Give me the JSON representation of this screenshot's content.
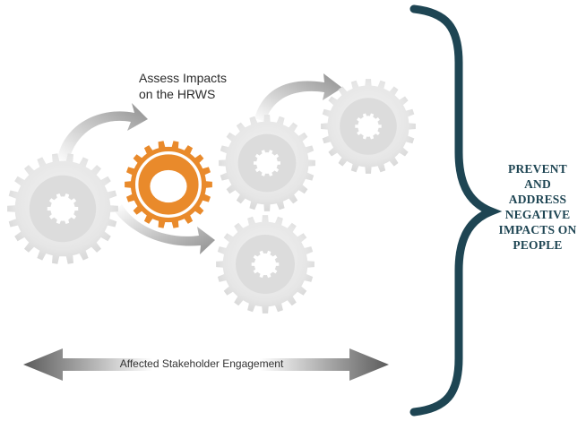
{
  "diagram": {
    "step_label_lines": [
      "Assess Impacts",
      "on the HRWS"
    ],
    "goal_lines": [
      "PREVENT",
      "AND",
      "ADDRESS",
      "NEGATIVE",
      "IMPACTS ON",
      "PEOPLE"
    ],
    "engagement_label": "Affected Stakeholder Engagement"
  },
  "colors": {
    "highlight_gear": "#e98a2b",
    "inactive_gear": "#e7e7e7",
    "brace": "#1e4553",
    "goal_text": "#1e4553",
    "arrow": "#9a9a9a"
  },
  "icons": {
    "gears": "gear-icon",
    "arrows": "arrow-icon",
    "brace": "curly-brace"
  }
}
